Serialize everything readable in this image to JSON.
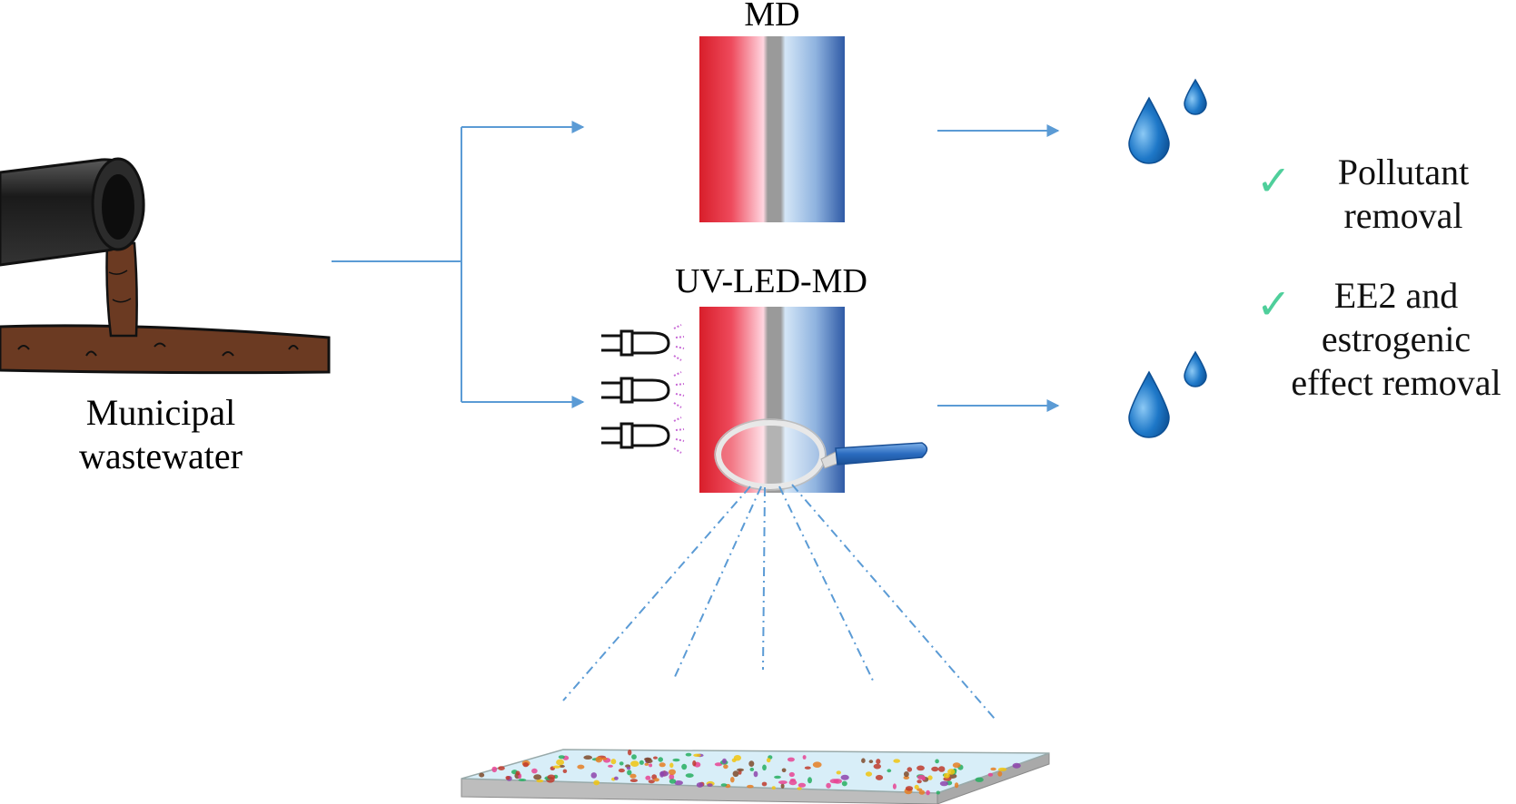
{
  "labels": {
    "md": "MD",
    "uv_led_md": "UV-LED-MD",
    "source_line1": "Municipal",
    "source_line2": "wastewater"
  },
  "results": [
    {
      "lines": [
        "Pollutant",
        "removal"
      ]
    },
    {
      "lines": [
        "EE2 and",
        "estrogenic",
        "effect removal"
      ]
    }
  ],
  "icons": {
    "source": "pipe-discharging-wastewater-icon",
    "led": "led-bulb-icon",
    "magnifier": "magnifying-glass-icon",
    "drop": "water-drop-icon",
    "check": "checkmark-icon",
    "membrane": "membrane-surface-icon"
  },
  "colors": {
    "arrow": "#5b9bd5",
    "hot_side": "#d81e2a",
    "cold_side": "#2f5aa6",
    "membrane": "#9a9a9a",
    "drop": "#1e6fc0",
    "check": "#4fcf9b",
    "pipe": "#1f1f1f",
    "wastewater": "#6b3a22"
  }
}
